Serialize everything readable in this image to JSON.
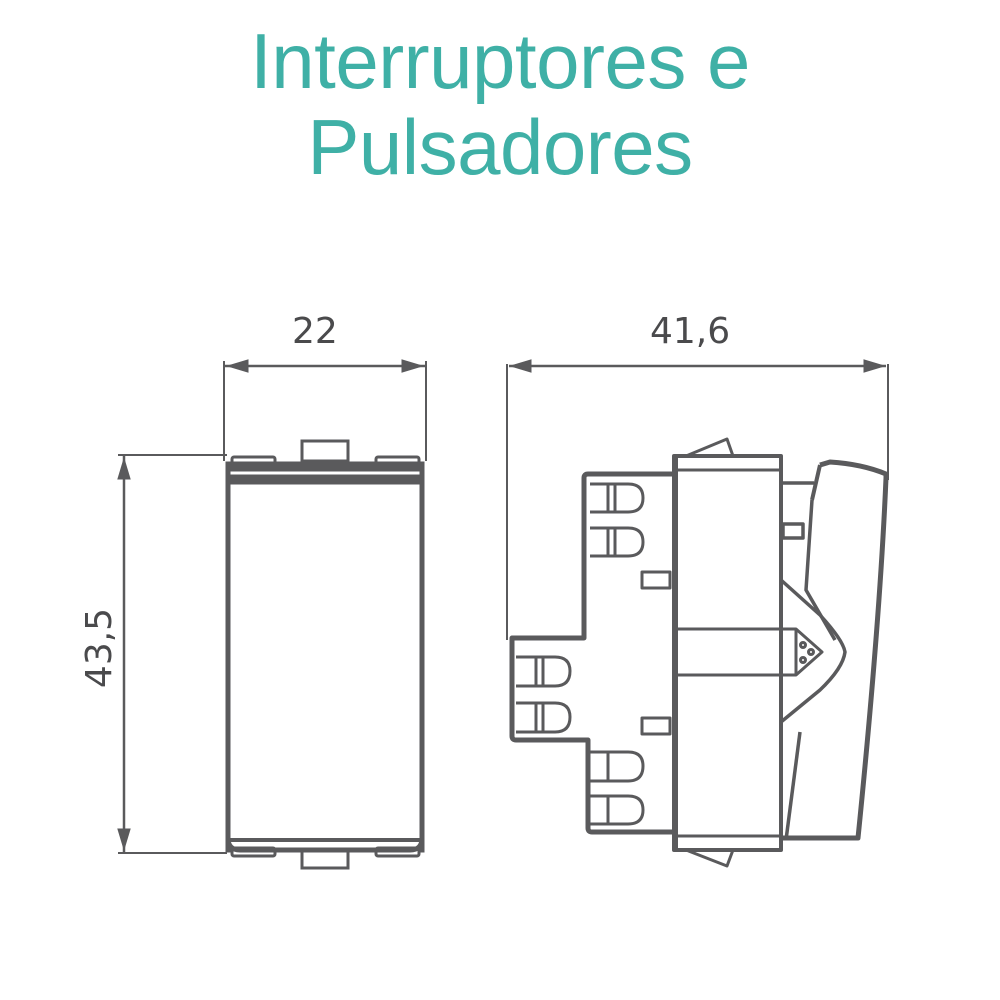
{
  "title": {
    "line1": "Interruptores e",
    "line2": "Pulsadores",
    "color": "#3fb0a6"
  },
  "front_view": {
    "name": "front-view",
    "dimensions": {
      "width_label": "22",
      "height_label": "43,5"
    }
  },
  "side_view": {
    "name": "side-view",
    "dimensions": {
      "depth_label": "41,6"
    }
  },
  "colors": {
    "line": "#5a5a5c",
    "text": "#4a4a4c",
    "background": "#ffffff"
  }
}
